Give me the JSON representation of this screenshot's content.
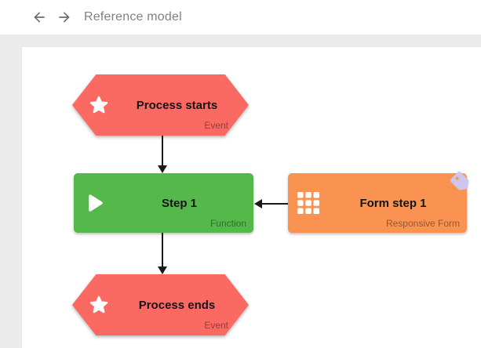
{
  "header": {
    "title": "Reference model",
    "back_icon": "arrow-back",
    "forward_icon": "arrow-forward"
  },
  "colors": {
    "page_background": "#ebebeb",
    "canvas_background": "#ffffff",
    "event_red": "#fb6a62",
    "function_green": "#55b84b",
    "form_orange": "#fa9351",
    "tag_lavender": "#cdc6ee",
    "connector_black": "#1a1a1a",
    "header_text_gray": "#818181"
  },
  "canvas": {
    "nodes": [
      {
        "id": "process-starts",
        "title": "Process starts",
        "type_label": "Event",
        "shape": "hexagon",
        "icon": "star-icon",
        "color": "#fb6a62"
      },
      {
        "id": "step-1",
        "title": "Step 1",
        "type_label": "Function",
        "shape": "rounded-rect",
        "icon": "play-icon",
        "color": "#55b84b"
      },
      {
        "id": "form-step-1",
        "title": "Form step 1",
        "type_label": "Responsive Form",
        "shape": "rounded-rect",
        "icon": "grid-icon",
        "color": "#fa9351",
        "badge": "tag-icon"
      },
      {
        "id": "process-ends",
        "title": "Process ends",
        "type_label": "Event",
        "shape": "hexagon",
        "icon": "star-icon",
        "color": "#fb6a62"
      }
    ],
    "connections": [
      {
        "from": "process-starts",
        "to": "step-1",
        "direction": "down"
      },
      {
        "from": "form-step-1",
        "to": "step-1",
        "direction": "left"
      },
      {
        "from": "step-1",
        "to": "process-ends",
        "direction": "down"
      }
    ]
  }
}
